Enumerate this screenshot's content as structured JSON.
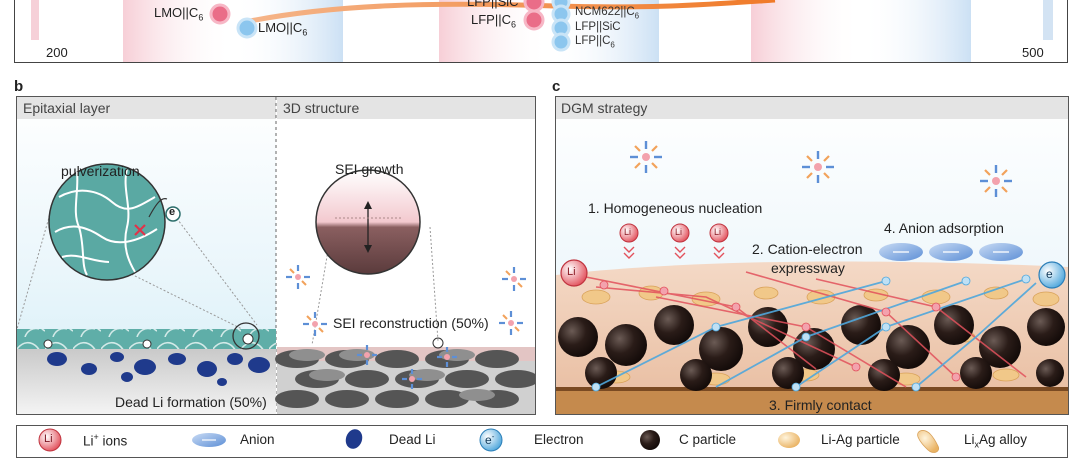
{
  "top": {
    "axis_min": "200",
    "axis_max": "500",
    "labels": {
      "lmo_c6_a": "LMO||C",
      "lmo_c6_b": "LMO||C",
      "lfp_sic_top": "LFP||SiC",
      "lfp_c6_top": "LFP||C",
      "ncm622_c6": "NCM622||C",
      "lfp_sic": "LFP||SiC",
      "lfp_c6": "LFP||C"
    },
    "subscript_6": "6"
  },
  "panel_b": {
    "letter": "b",
    "left_title": "Epitaxial layer",
    "right_title": "3D structure",
    "pulverization": "pulverization",
    "sei_growth": "SEI growth",
    "sei_reconstruction": "SEI reconstruction (50%)",
    "dead_li": "Dead Li formation (50%)",
    "electron_symbol": "e"
  },
  "panel_c": {
    "letter": "c",
    "title": "DGM strategy",
    "step1": "1. Homogeneous nucleation",
    "step2_line1": "2. Cation-electron",
    "step2_line2": "expressway",
    "step3": "3. Firmly contact",
    "step4": "4. Anion adsorption",
    "li_label": "Li",
    "e_label": "e"
  },
  "legend": {
    "li_ion_icon": "Li",
    "li_ions": "Li",
    "li_ions_suffix": "ions",
    "anion": "Anion",
    "dead_li": "Dead Li",
    "electron": "Electron",
    "c_particle": "C particle",
    "li_ag_particle": "Li-Ag particle",
    "lixag_alloy_prefix": "Li",
    "lixag_alloy_sub": "x",
    "lixag_alloy_suffix": "Ag alloy"
  },
  "colors": {
    "li_red": "#e2515c",
    "electron_blue": "#4fa7dc",
    "carbon": "#2a1c18",
    "alloy": "#f1c889",
    "teal": "#5aa9a3",
    "dead_li": "#1f3a8c",
    "orange_curve": "#f08a3a"
  }
}
